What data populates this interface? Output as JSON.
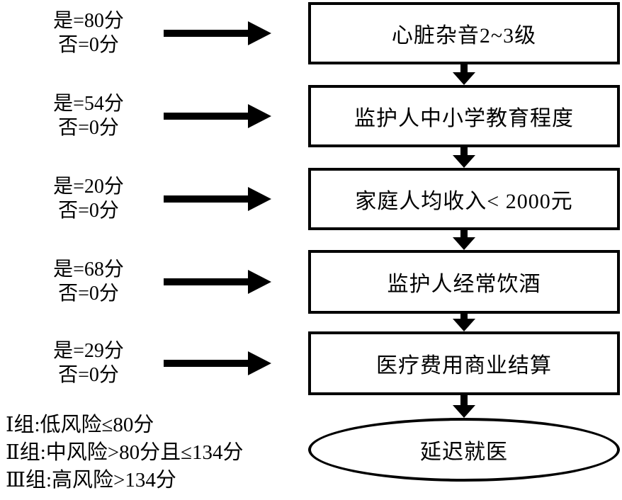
{
  "diagram": {
    "background_color": "#ffffff",
    "line_color": "#000000",
    "rows": [
      {
        "yes_label": "是=80分",
        "no_label": "否=0分",
        "box_label": "心脏杂音2~3级"
      },
      {
        "yes_label": "是=54分",
        "no_label": "否=0分",
        "box_label": "监护人中小学教育程度"
      },
      {
        "yes_label": "是=20分",
        "no_label": "否=0分",
        "box_label": "家庭人均收入< 2000元"
      },
      {
        "yes_label": "是=68分",
        "no_label": "否=0分",
        "box_label": "监护人经常饮酒"
      },
      {
        "yes_label": "是=29分",
        "no_label": "否=0分",
        "box_label": "医疗费用商业结算"
      }
    ],
    "outcome": {
      "label": "延迟就医"
    },
    "legend": {
      "items": [
        "Ⅰ组:低风险≤80分",
        "Ⅱ组:中风险>80分且≤134分",
        "Ⅲ组:高风险>134分"
      ]
    },
    "icons": {
      "right_arrow": "right-arrow-icon",
      "down_arrow": "down-arrow-icon"
    }
  }
}
